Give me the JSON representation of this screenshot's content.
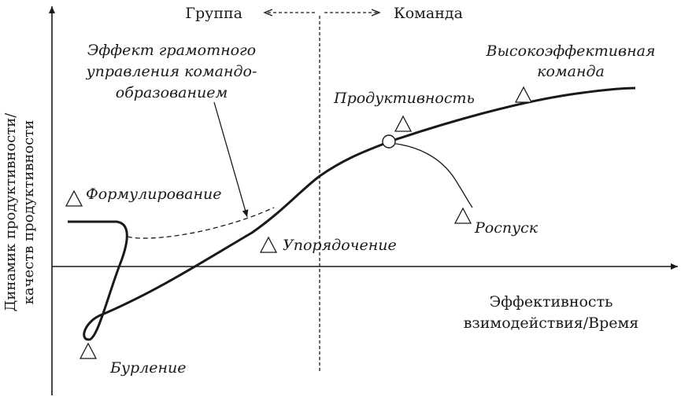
{
  "header": {
    "left": "Группа",
    "right": "Команда"
  },
  "y_axis_label": {
    "line1": "Динамик продуктивности/",
    "line2": "качеств продуктивности"
  },
  "x_axis_label": {
    "line1": "Эффективность",
    "line2": "взимодействия/Время"
  },
  "annotation": {
    "line1": "Эффект грамотного",
    "line2": "управления командо-",
    "line3": "образованием"
  },
  "stages": {
    "forming": "Формулирование",
    "storming": "Бурление",
    "norming": "Упорядочение",
    "performing": "Продуктивность",
    "high_performing_1": "Высокоэффективная",
    "high_performing_2": "команда",
    "adjourning": "Роспуск"
  }
}
